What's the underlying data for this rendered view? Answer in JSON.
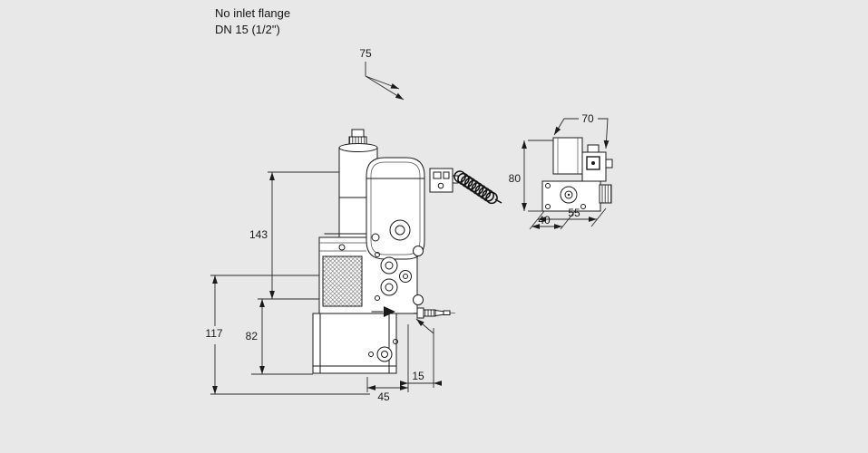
{
  "header": {
    "line1": "No inlet flange",
    "line2": "DN 15 (1/2\")"
  },
  "dimensions": {
    "front": {
      "top_width": "75",
      "upper_height": "143",
      "total_height": "117",
      "lower_height": "82",
      "bottom_width": "45",
      "outlet_offset": "15"
    },
    "side": {
      "width": "70",
      "height": "80",
      "depth_a": "40",
      "depth_b": "55"
    }
  },
  "colors": {
    "background": "#e8e8e8",
    "line": "#1a1a1a",
    "drawing_fill": "#ffffff"
  }
}
